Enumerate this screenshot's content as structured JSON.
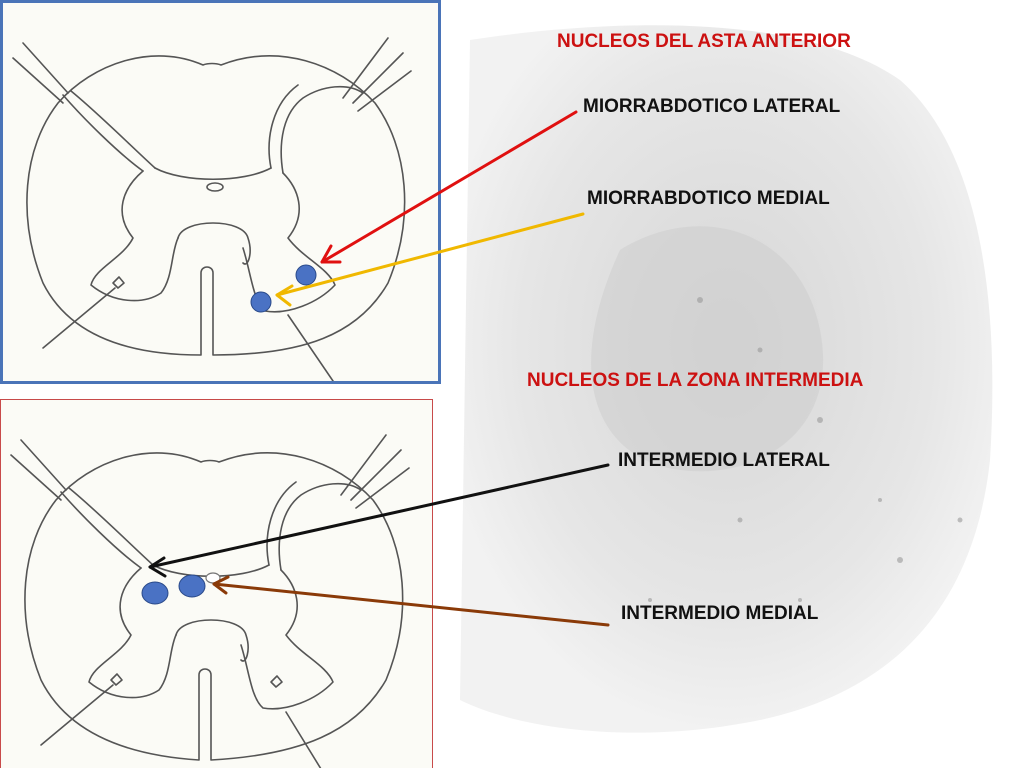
{
  "labels": {
    "anterior_heading": "NUCLEOS DEL ASTA ANTERIOR",
    "lateral_motor": "MIORRABDOTICO LATERAL",
    "medial_motor": "MIORRABDOTICO MEDIAL",
    "intermediate_heading": "NUCLEOS DE LA ZONA INTERMEDIA",
    "intermediate_lateral": "INTERMEDIO LATERAL",
    "intermediate_medial": "INTERMEDIO MEDIAL"
  },
  "colors": {
    "heading": "#cc1111",
    "label": "#111111",
    "arrow_lateral_motor": "#e01010",
    "arrow_medial_motor": "#f0b800",
    "arrow_intermediate_lateral": "#111111",
    "arrow_intermediate_medial": "#8a3a08",
    "nucleus_fill": "#4a72c4",
    "top_panel_border": "#4a74b8",
    "bottom_panel_border": "#c84a4a"
  }
}
